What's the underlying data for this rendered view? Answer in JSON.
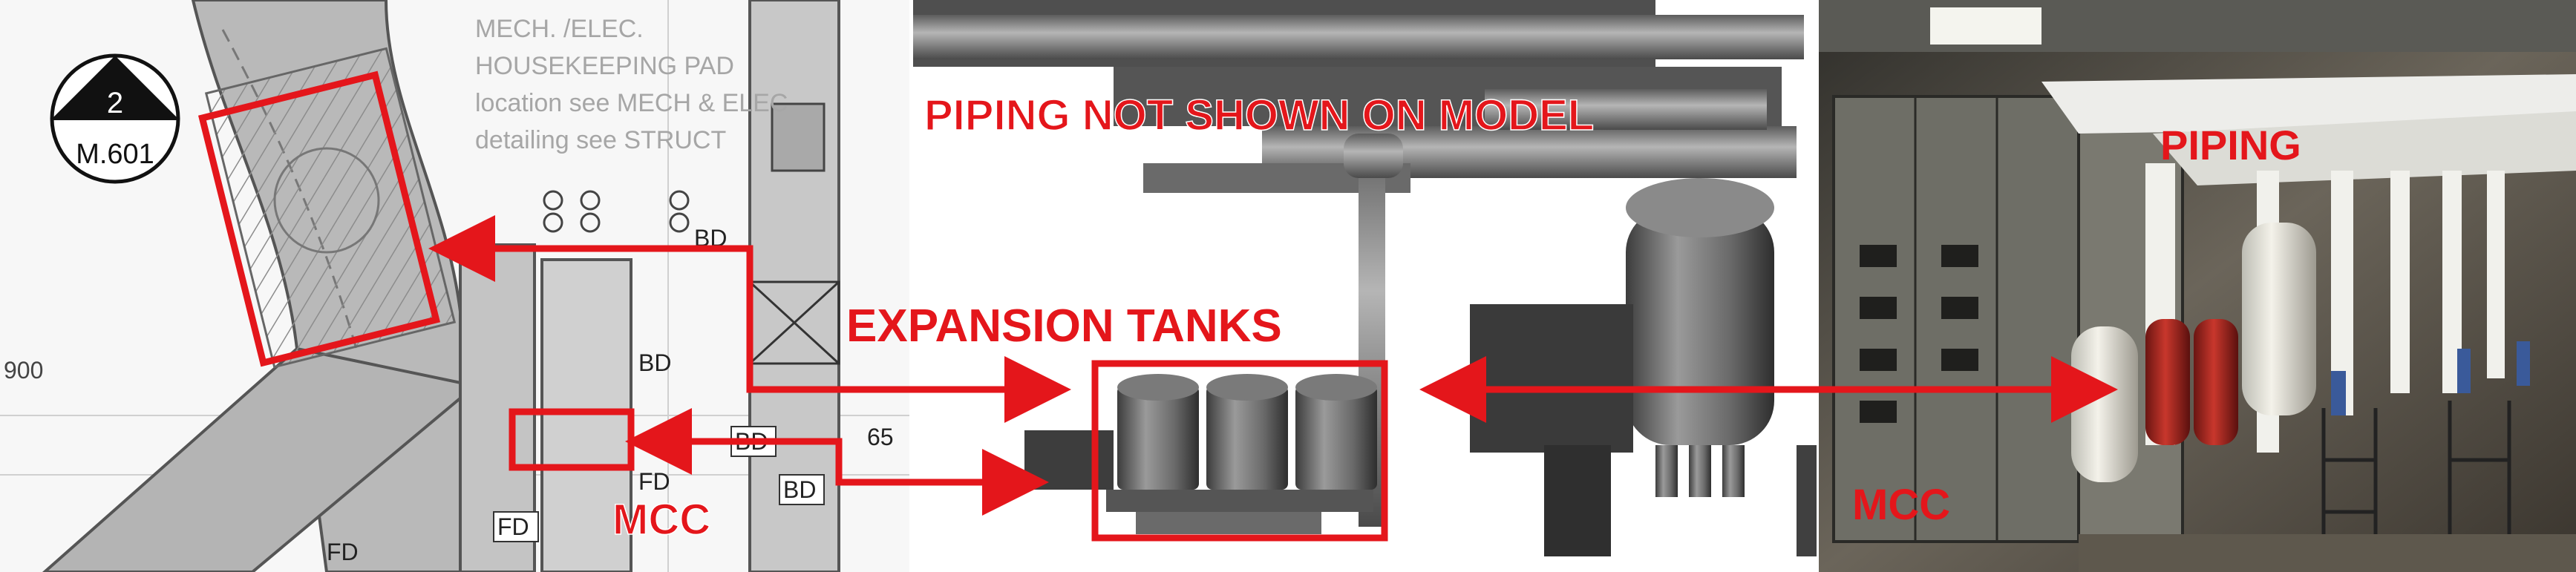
{
  "colors": {
    "annotation_red": "#e4161b",
    "drawing_gray": "#9a9a9a",
    "model_gray": "#6f6f6f",
    "photo_dark": "#3b3a36"
  },
  "plan_drawing": {
    "section_marker_number": "2",
    "section_marker_sheet": "M.601",
    "note_line_1": "MECH. /ELEC.",
    "note_line_2": "HOUSEKEEPING PAD",
    "note_line_3": "location see MECH & ELEC",
    "note_line_4": "detailing see STRUCT",
    "dimension_label": "900",
    "bd_labels": [
      "BD",
      "BD",
      "BD",
      "BD"
    ],
    "fd_labels": [
      "FD",
      "FD",
      "FD"
    ],
    "grid_number": "65"
  },
  "annotations": {
    "piping_not_shown": "PIPING NOT SHOWN ON MODEL",
    "expansion_tanks": "EXPANSION TANKS",
    "mcc_plan": "MCC",
    "piping_photo": "PIPING",
    "mcc_photo": "MCC"
  }
}
